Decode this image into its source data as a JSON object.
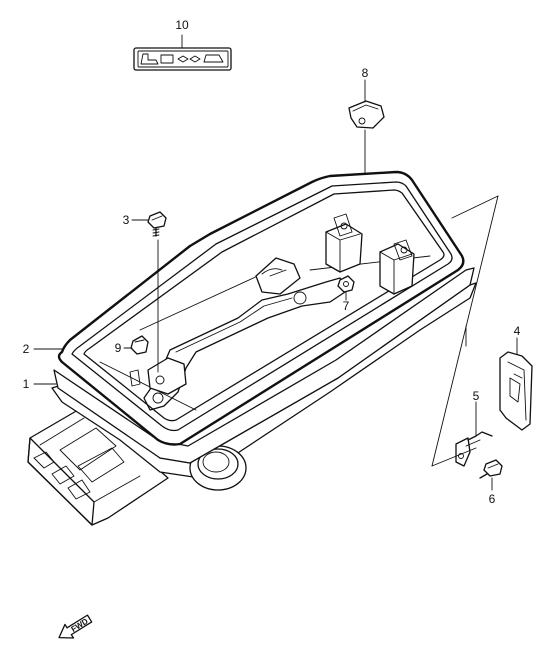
{
  "callouts": [
    {
      "id": "1",
      "text": "1"
    },
    {
      "id": "2",
      "text": "2"
    },
    {
      "id": "3",
      "text": "3"
    },
    {
      "id": "4",
      "text": "4"
    },
    {
      "id": "5",
      "text": "5"
    },
    {
      "id": "6",
      "text": "6"
    },
    {
      "id": "7",
      "text": "7"
    },
    {
      "id": "8",
      "text": "8"
    },
    {
      "id": "9",
      "text": "9"
    },
    {
      "id": "10",
      "text": "10"
    }
  ],
  "fwd_marker": {
    "text": "FWD"
  }
}
